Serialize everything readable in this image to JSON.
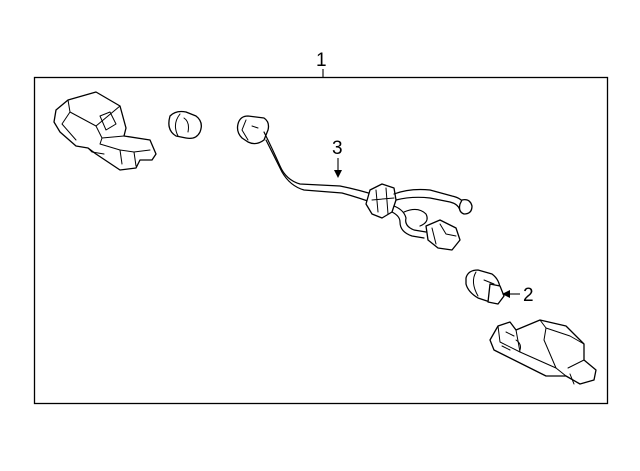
{
  "callouts": {
    "assembly": "1",
    "bulb": "2",
    "harness": "3"
  },
  "colors": {
    "line": "#000000",
    "background": "#ffffff"
  }
}
